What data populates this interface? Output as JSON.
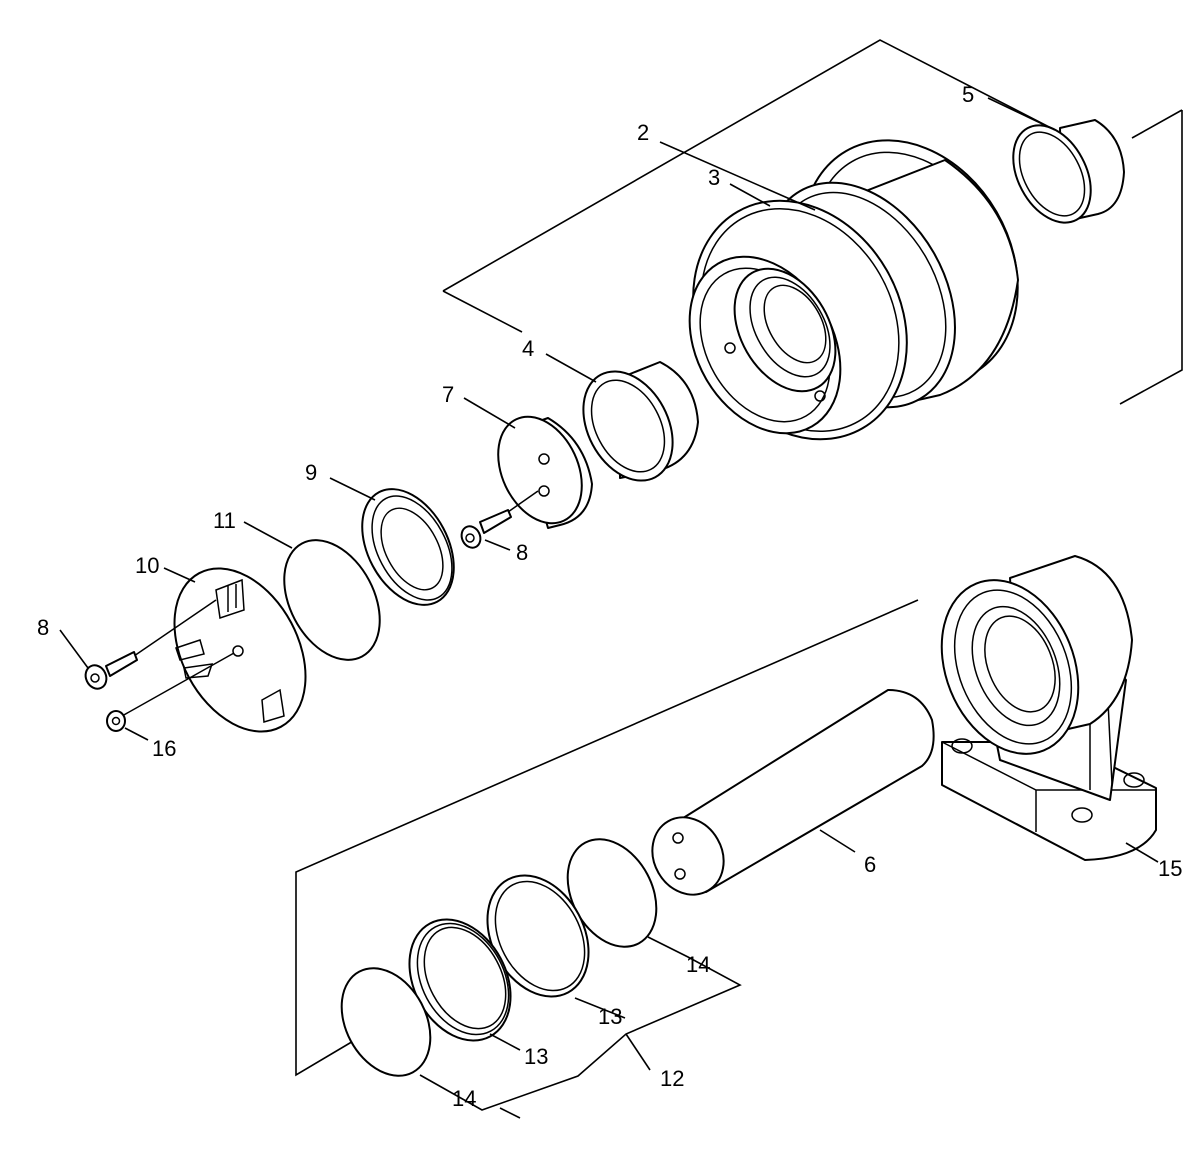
{
  "diagram": {
    "callouts": [
      "2",
      "3",
      "4",
      "5",
      "6",
      "7",
      "8",
      "8",
      "9",
      "10",
      "11",
      "12",
      "13",
      "13",
      "14",
      "14",
      "15",
      "16"
    ]
  }
}
